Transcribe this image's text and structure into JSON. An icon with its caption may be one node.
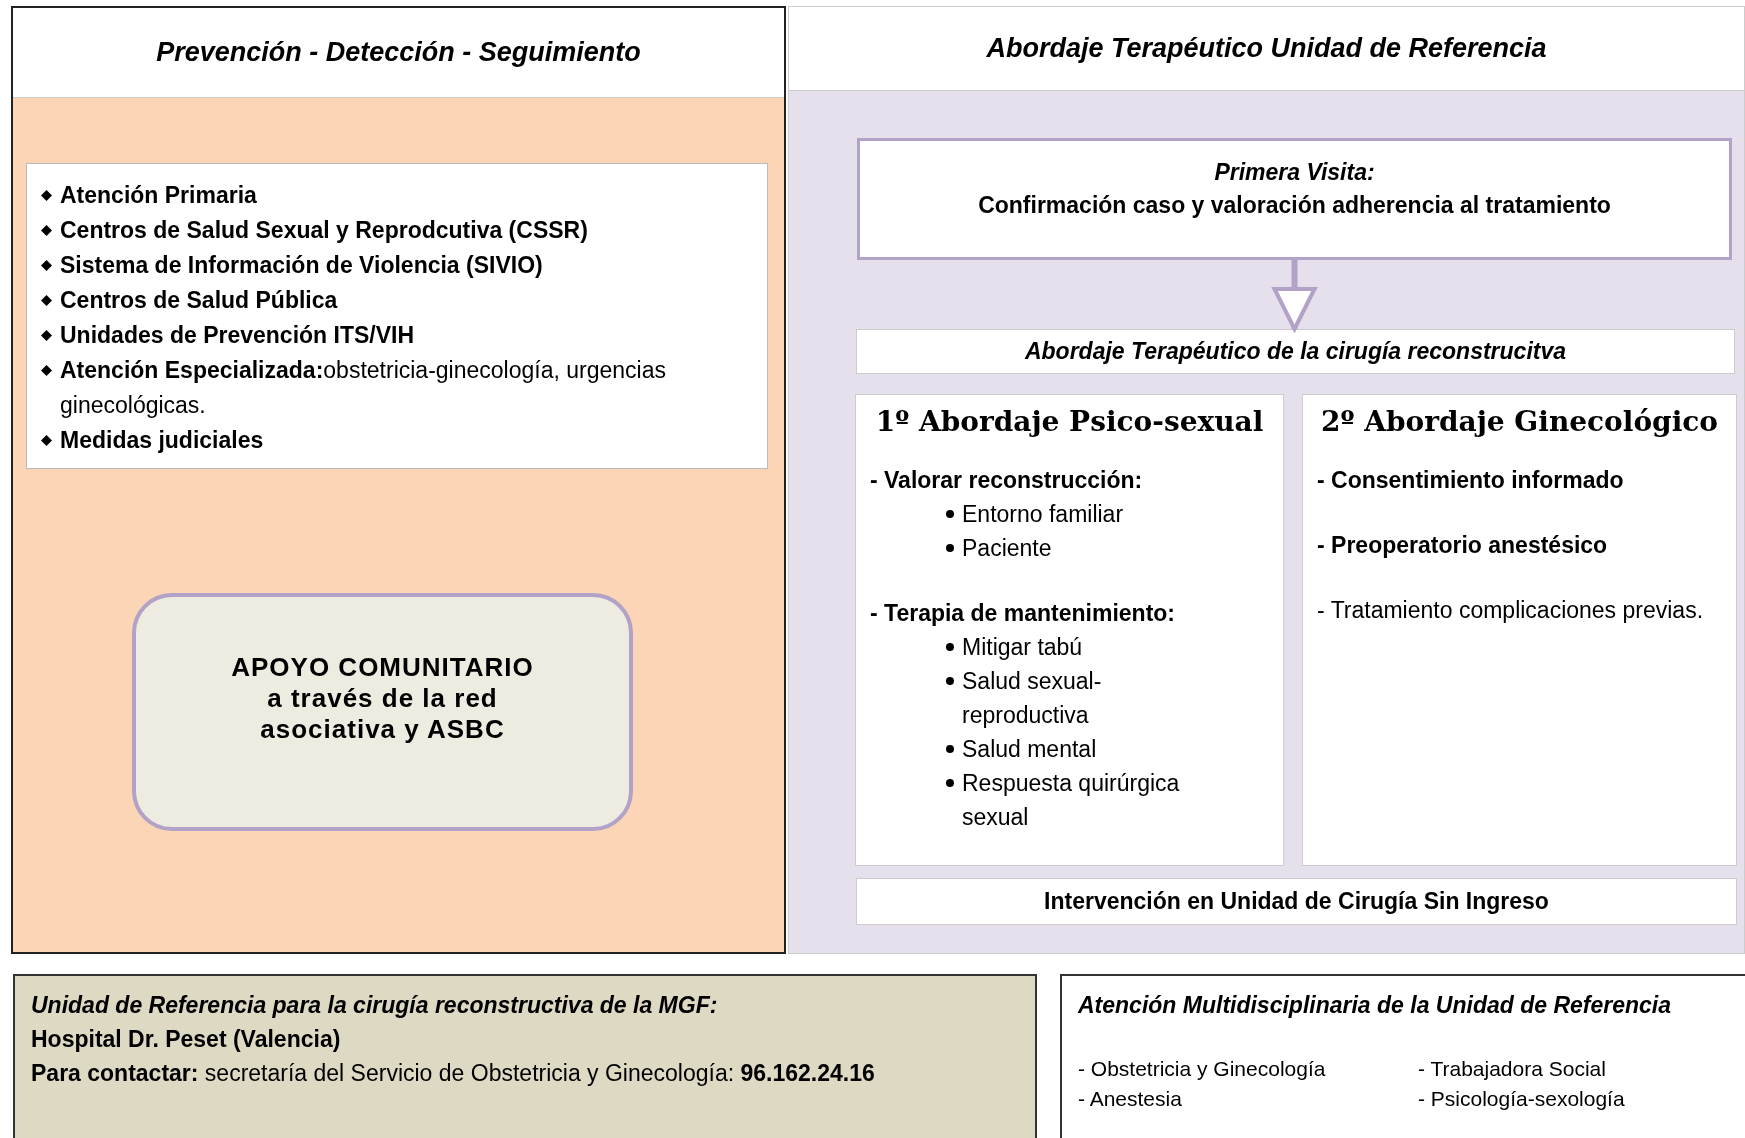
{
  "diagram": {
    "nodes": [
      {
        "text": [
          "Prevención - Detección - Seguimiento"
        ]
      },
      {
        "text": [
          "Atención Primaria",
          "Centros de Salud Sexual y Reprodcutiva (CSSR)",
          "Sistema de Información de Violencia (SIVIO)",
          "Centros de Salud Pública",
          "Unidades de Prevención ITS/VIH",
          "**Atención Especializada:**obstetricia-ginecología, urgencias ginecológicas.",
          "Medidas judiciales"
        ],
        "in": 0
      },
      {
        "text": [
          "APOYO COMUNITARIO a través de la red asociativa y ASBC"
        ],
        "in": 0
      },
      {
        "text": [
          "Abordaje Terapéutico Unidad de Referencia"
        ]
      },
      {
        "text": [
          "Primera Visita:",
          "Confirmación caso y valoración adherencia al tratamiento"
        ],
        "in": 3
      },
      {
        "text": [
          "Abordaje Terapéutico de la cirugía reconstrucitva"
        ],
        "in": 3
      },
      {
        "text": [
          "1º Abordaje Psico-sexual",
          "- Valorar reconstrucción:",
          "Entorno familiar",
          "Paciente",
          "- Terapia de mantenimiento:",
          "Mitigar tabú",
          "Salud sexual-reproductiva",
          "Salud mental",
          "Respuesta quirúrgica sexual"
        ],
        "in": 3
      },
      {
        "text": [
          "2º Abordaje Ginecológico",
          "- Consentimiento informado",
          "- Preoperatorio anestésico",
          "- Tratamiento complicaciones previas."
        ],
        "in": 3
      },
      {
        "text": [
          "Intervención en Unidad de Cirugía Sin Ingreso"
        ],
        "in": 3
      },
      {
        "text": [
          "Unidad de Referencia para la cirugía reconstructiva de la MGF:",
          "Hospital Dr. Peset (Valencia)",
          "**Para contactar:** secretaría del Servicio de  Obstetricia y Ginecología: **96.162.24.16**"
        ]
      },
      {
        "text": [
          "Atención Multidisciplinaria de la Unidad de Referencia",
          "- Obstetricia  y Ginecología",
          "- Trabajadora Social",
          "- Anestesia",
          "- Psicología-sexología"
        ]
      }
    ],
    "edges": [
      {
        "from": 4,
        "to": 5,
        "arrow": "to"
      }
    ]
  }
}
